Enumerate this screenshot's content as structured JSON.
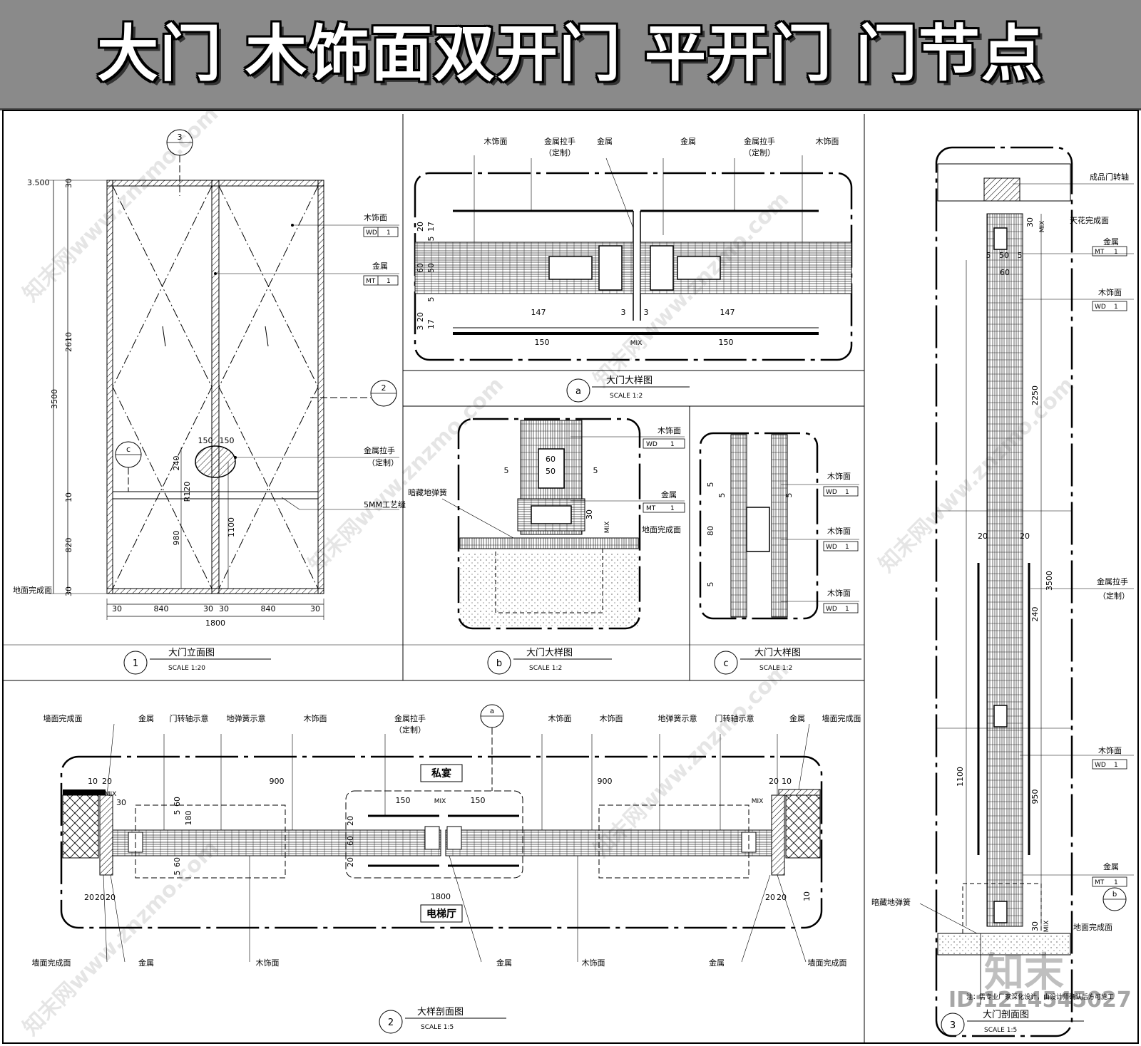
{
  "title": "大门  木饰面双开门  平开门  门节点",
  "materials": {
    "wood": "木饰面",
    "metal": "金属",
    "handle": "金属拉手",
    "custom": "（定制）",
    "wd": "WD",
    "mt": "MT",
    "one": "1",
    "wall_finish": "墙面完成面",
    "floor_finish": "地面完成面",
    "ceiling_finish": "天花完成面",
    "pivot": "门转轴示意",
    "floor_spring": "地弹簧示意",
    "hidden_spring": "暗藏地弹簧",
    "finished_pivot": "成品门转轴",
    "groove": "5MM工艺缝",
    "mix": "MIX"
  },
  "views": {
    "v1": {
      "num": "1",
      "name": "大门立面图",
      "scale": "SCALE 1:20"
    },
    "va": {
      "num": "a",
      "name": "大门大样图",
      "scale": "SCALE 1:2"
    },
    "vb": {
      "num": "b",
      "name": "大门大样图",
      "scale": "SCALE 1:2"
    },
    "vc": {
      "num": "c",
      "name": "大门大样图",
      "scale": "SCALE 1:2"
    },
    "v2": {
      "num": "2",
      "name": "大样剖面图",
      "scale": "SCALE 1:5"
    },
    "v3": {
      "num": "3",
      "name": "大门剖面图",
      "scale": "SCALE 1:5"
    }
  },
  "rooms": {
    "private": "私宴",
    "elevator": "电梯厅"
  },
  "elevation": {
    "level": "3.500",
    "dims_v": [
      "30",
      "2610",
      "3500",
      "10",
      "820",
      "30",
      "240",
      "980",
      "1100"
    ],
    "dims_h": [
      "30",
      "840",
      "30",
      "30",
      "840",
      "30",
      "1800"
    ],
    "handle_dims": [
      "150",
      "150",
      "R120"
    ],
    "callouts": [
      "3",
      "2",
      "c"
    ]
  },
  "detail_a": {
    "dims": [
      "20",
      "17",
      "5",
      "60",
      "50",
      "5",
      "20",
      "3",
      "17",
      "147",
      "3",
      "3",
      "147",
      "150",
      "150"
    ]
  },
  "detail_b": {
    "dims": [
      "60",
      "50",
      "5",
      "5",
      "30"
    ]
  },
  "detail_c": {
    "dims": [
      "5",
      "5",
      "80",
      "5",
      "5"
    ]
  },
  "section2": {
    "dims": [
      "10",
      "20",
      "900",
      "30",
      "5",
      "60",
      "180",
      "60",
      "5",
      "150",
      "150",
      "20",
      "60",
      "20",
      "900",
      "20",
      "10",
      "20",
      "20",
      "20",
      "1800",
      "20",
      "20",
      "10"
    ]
  },
  "section3": {
    "dims": [
      "30",
      "5",
      "50",
      "5",
      "60",
      "2250",
      "20",
      "20",
      "3500",
      "240",
      "1100",
      "950",
      "30"
    ],
    "callout": "b"
  },
  "note": "注：需专业厂家深化设计，由设计师确认后方可施工",
  "watermark": "知末网www.znzmo.com",
  "logo": "知末",
  "image_id": "ID:1214545027"
}
